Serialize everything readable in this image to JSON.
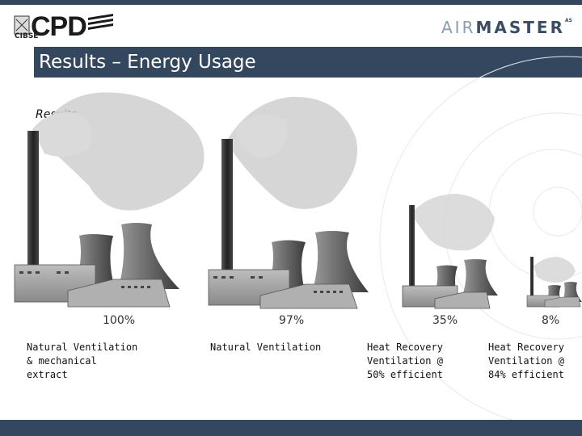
{
  "header": {
    "title": "Results – Energy Usage",
    "logo_left_text": "CPD",
    "logo_left_sub": "CIBSE",
    "logo_right_prefix": "AIR",
    "logo_right_main": "MASTER",
    "logo_right_sup": "AS"
  },
  "section": {
    "subtitle": "Results"
  },
  "results": [
    {
      "percent": "100%",
      "label": "Natural Ventilation & mechanical extract"
    },
    {
      "percent": "97%",
      "label": "Natural Ventilation"
    },
    {
      "percent": "35%",
      "label": "Heat Recovery Ventilation @ 50% efficient"
    },
    {
      "percent": "8%",
      "label": "Heat Recovery Ventilation @ 84% efficient"
    }
  ],
  "colors": {
    "band": "#33475f",
    "accent": "#8b9bb0"
  }
}
